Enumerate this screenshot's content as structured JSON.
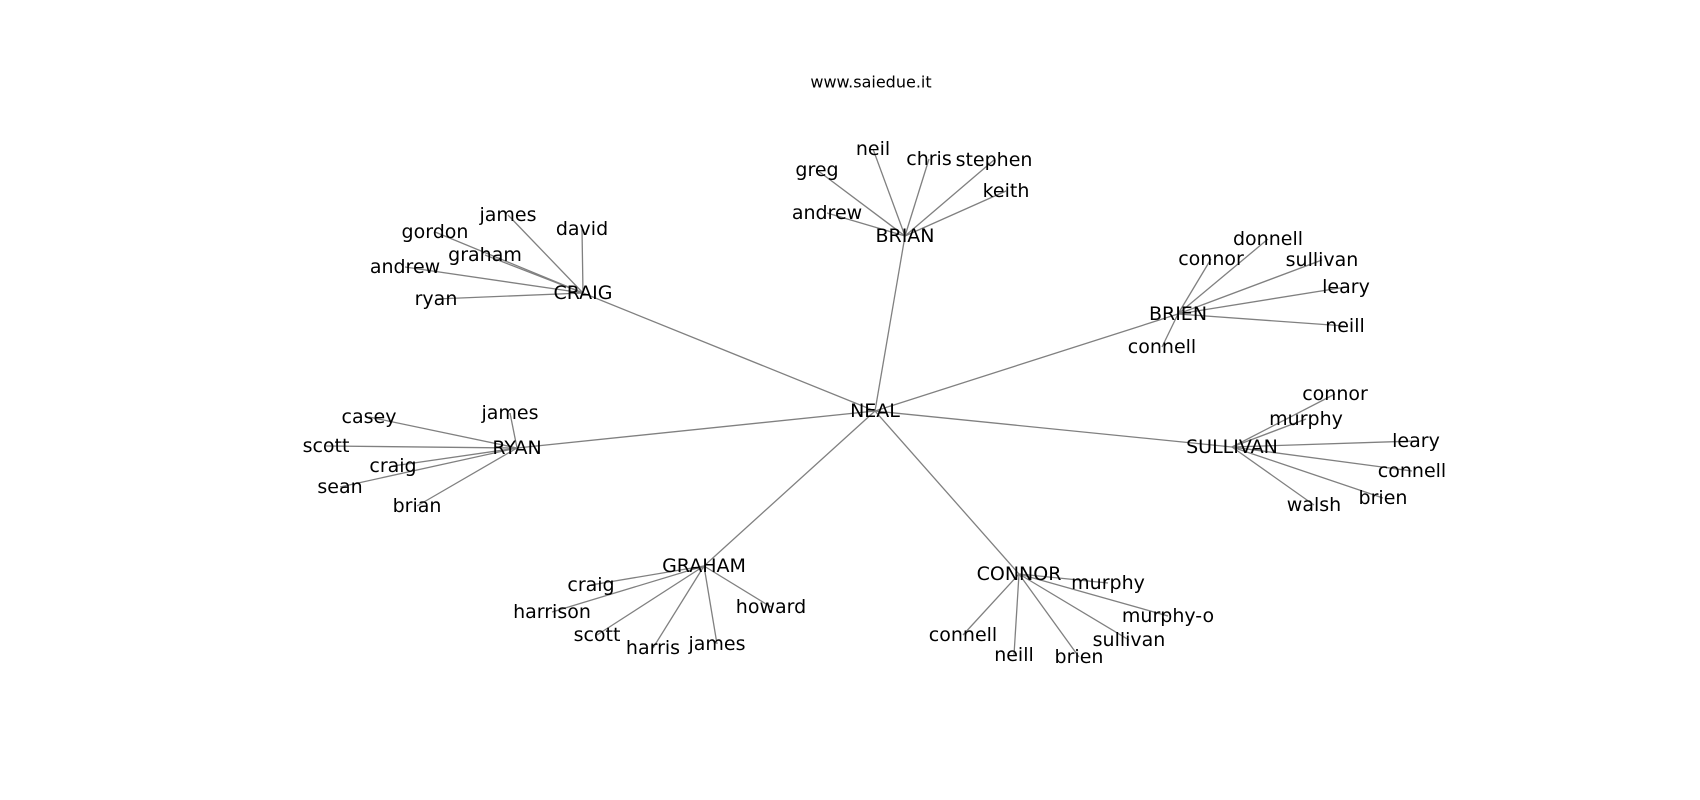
{
  "title": "www.saiedue.it",
  "colors": {
    "edge": "#808080",
    "text": "#000000",
    "background": "#ffffff"
  },
  "graph": {
    "root": "NEAL",
    "hubs": [
      {
        "name": "BRIAN",
        "children": [
          "greg",
          "neil",
          "chris",
          "stephen",
          "keith",
          "andrew"
        ]
      },
      {
        "name": "CRAIG",
        "children": [
          "james",
          "david",
          "gordon",
          "graham",
          "andrew",
          "ryan"
        ]
      },
      {
        "name": "BRIEN",
        "children": [
          "donnell",
          "connor",
          "sullivan",
          "leary",
          "neill",
          "connell"
        ]
      },
      {
        "name": "RYAN",
        "children": [
          "casey",
          "james",
          "scott",
          "craig",
          "sean",
          "brian"
        ]
      },
      {
        "name": "SULLIVAN",
        "children": [
          "connor",
          "murphy",
          "leary",
          "connell",
          "brien",
          "walsh"
        ]
      },
      {
        "name": "GRAHAM",
        "children": [
          "craig",
          "harrison",
          "howard",
          "scott",
          "harris",
          "james"
        ]
      },
      {
        "name": "CONNOR",
        "children": [
          "murphy",
          "murphy-o",
          "sullivan",
          "brien",
          "neill",
          "connell"
        ]
      }
    ]
  }
}
